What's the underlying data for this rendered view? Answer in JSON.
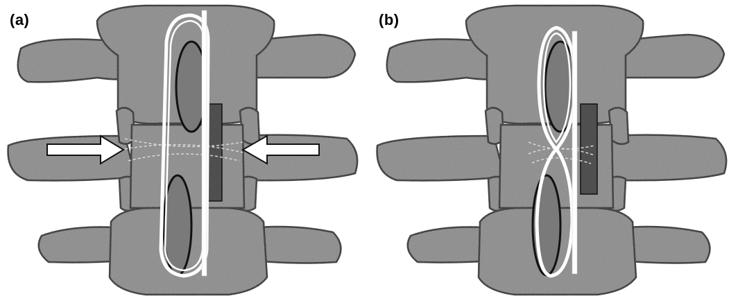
{
  "figure": {
    "panels": [
      {
        "label": "(a)",
        "arrows": "two-white-arrows-pointing-inward",
        "loop_shape": "oval-loop"
      },
      {
        "label": "(b)",
        "arrows": "none",
        "loop_shape": "figure-eight-loop"
      }
    ],
    "colors": {
      "bone": "#8a8a8a",
      "bone_dark": "#5e5e5e",
      "outline": "#111111",
      "loop": "#ffffff",
      "arrow": "#ffffff"
    }
  }
}
